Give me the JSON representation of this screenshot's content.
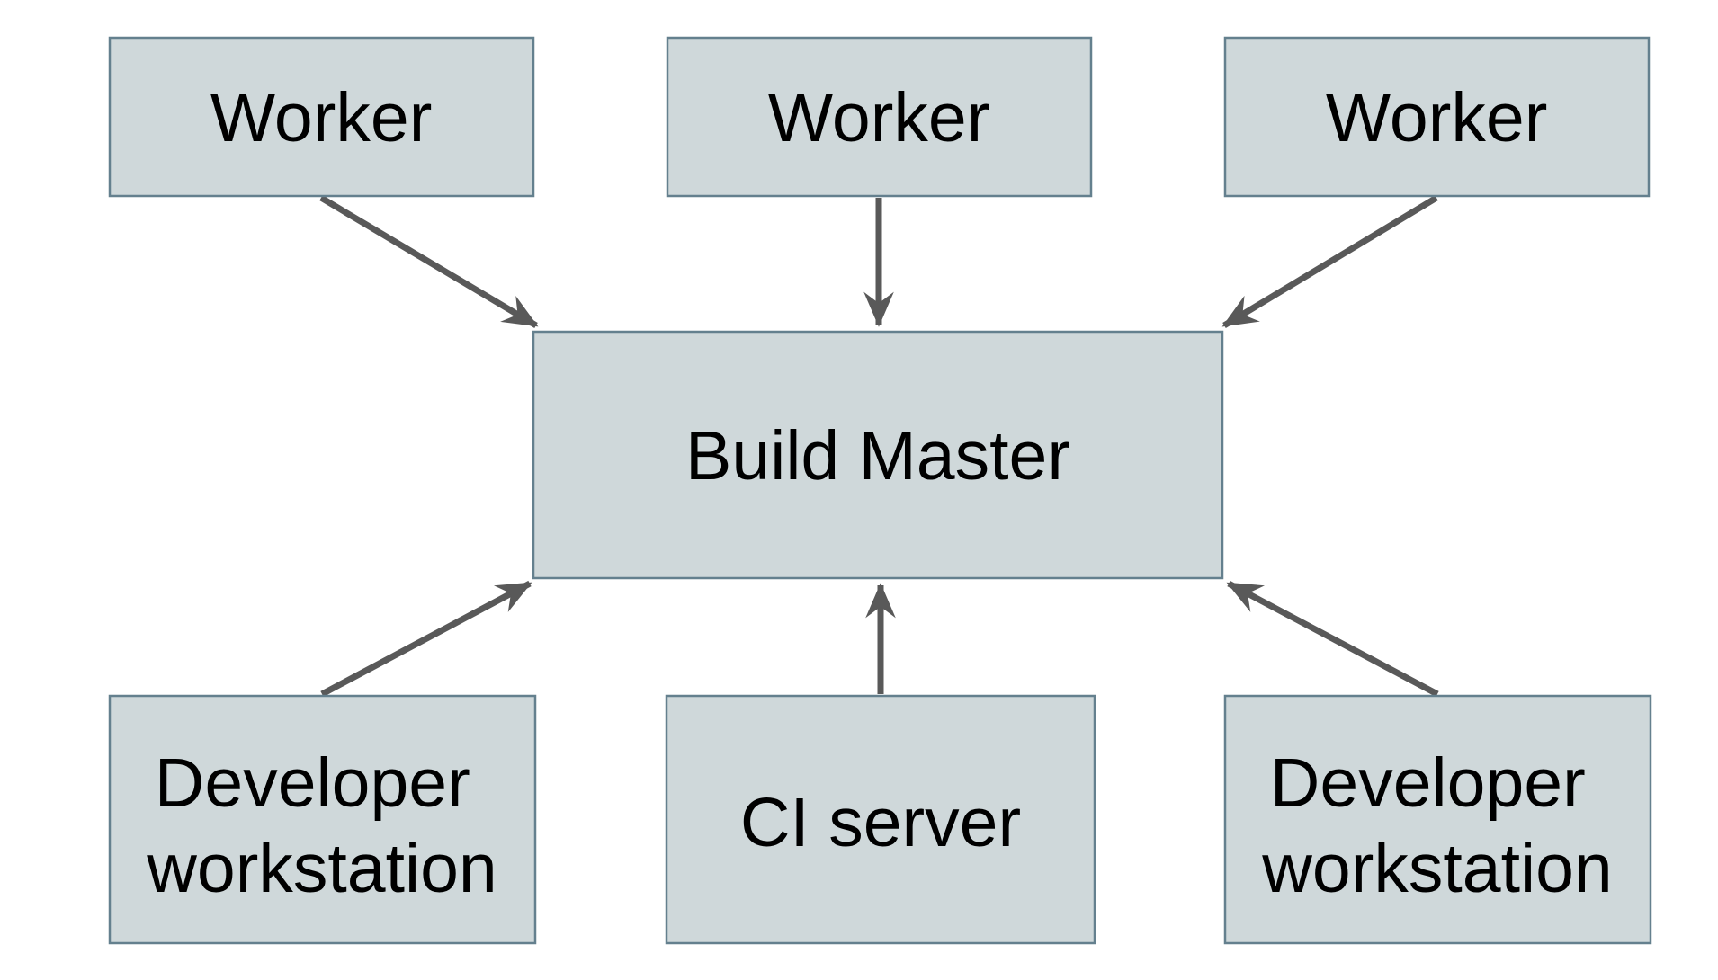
{
  "diagram": {
    "description": "Build system architecture diagram",
    "background": "#ffffff",
    "colors": {
      "node_fill": "#cfd8da",
      "node_border": "#64808e",
      "arrow": "#595959",
      "text": "#000000"
    },
    "nodes": [
      {
        "id": "worker-1",
        "label": "Worker"
      },
      {
        "id": "worker-2",
        "label": "Worker"
      },
      {
        "id": "worker-3",
        "label": "Worker"
      },
      {
        "id": "build-master",
        "label": "Build Master"
      },
      {
        "id": "developer-workstation-1",
        "label": "Developer workstation",
        "lines": [
          "Developer",
          "workstation"
        ]
      },
      {
        "id": "ci-server",
        "label": "CI server"
      },
      {
        "id": "developer-workstation-2",
        "label": "Developer workstation",
        "lines": [
          "Developer",
          "workstation"
        ]
      }
    ],
    "edges": [
      {
        "from": "worker-1",
        "to": "build-master"
      },
      {
        "from": "worker-2",
        "to": "build-master"
      },
      {
        "from": "worker-3",
        "to": "build-master"
      },
      {
        "from": "developer-workstation-1",
        "to": "build-master"
      },
      {
        "from": "ci-server",
        "to": "build-master"
      },
      {
        "from": "developer-workstation-2",
        "to": "build-master"
      }
    ]
  }
}
